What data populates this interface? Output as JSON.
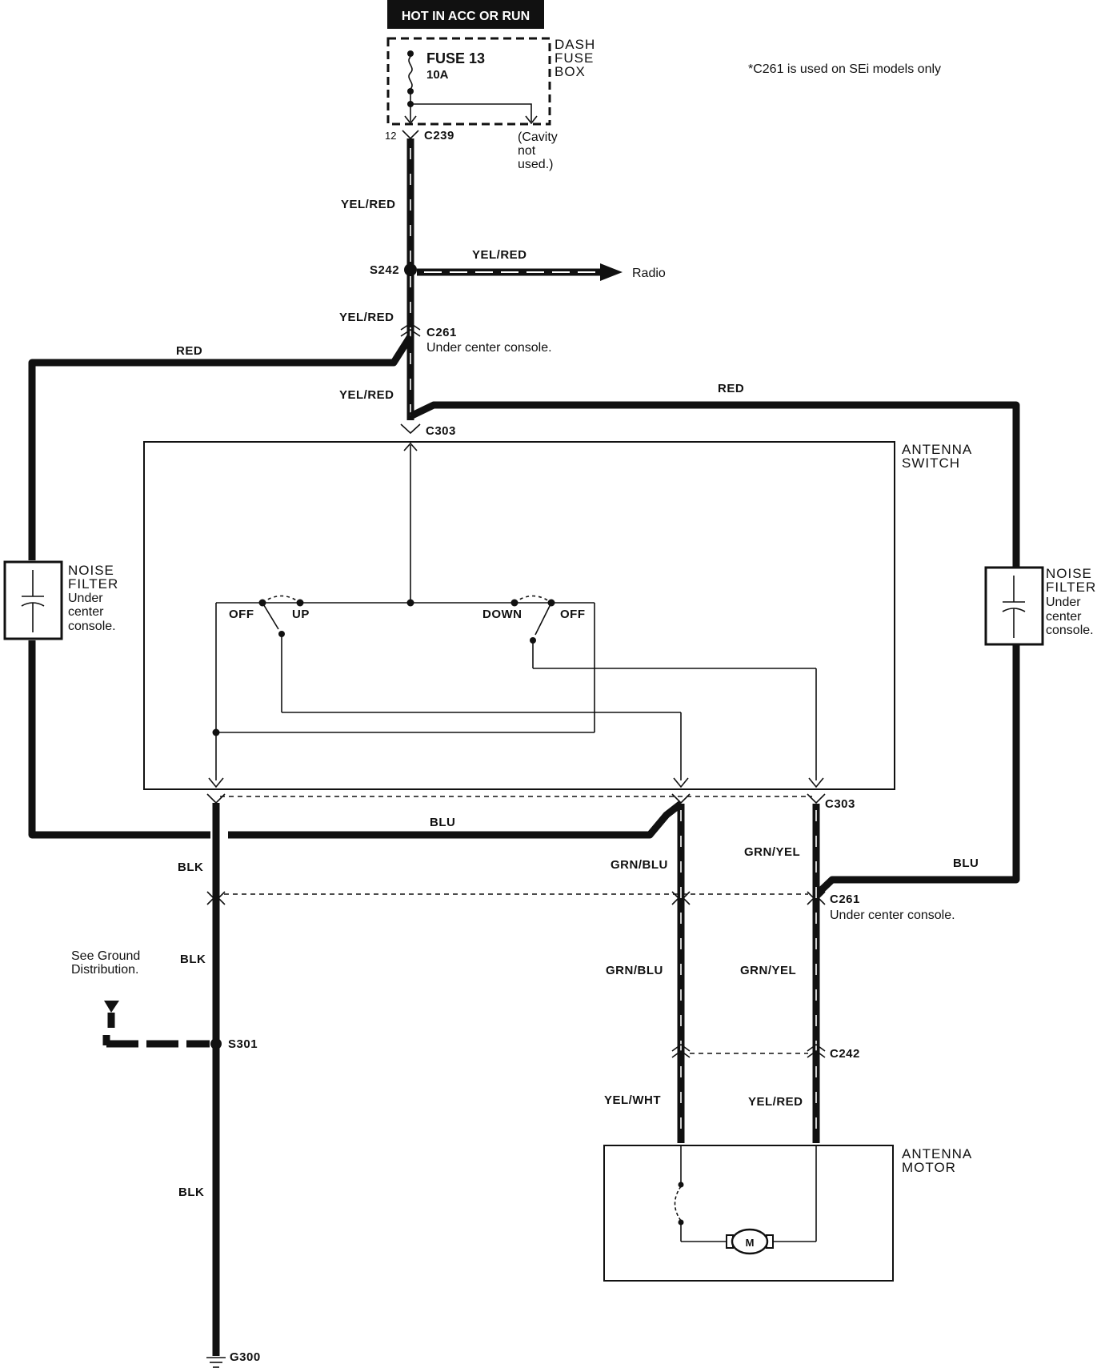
{
  "header": {
    "power_label": "HOT IN ACC OR RUN"
  },
  "footnote": "*C261 is used on SEi models only",
  "fuse_box": {
    "line1": "DASH",
    "line2": "FUSE",
    "line3": "BOX",
    "fuse_name": "FUSE 13",
    "fuse_rating": "10A"
  },
  "connectors": {
    "c239_pin": "12",
    "c239": "C239",
    "cavity_line1": "(Cavity",
    "cavity_line2": "not",
    "cavity_line3": "used.)",
    "s242": "S242",
    "c261_top": "C261",
    "c261_top_note": "Under center console.",
    "c303_top": "C303",
    "c303_bottom": "C303",
    "c261_bottom": "C261",
    "c261_bottom_note": "Under center console.",
    "c242": "C242",
    "s301": "S301",
    "g300": "G300"
  },
  "wires": {
    "yel_red_1": "YEL/RED",
    "yel_red_radio": "YEL/RED",
    "yel_red_2": "YEL/RED",
    "yel_red_3": "YEL/RED",
    "red_left": "RED",
    "red_right": "RED",
    "blu_left": "BLU",
    "blu_right": "BLU",
    "blk_1": "BLK",
    "blk_2": "BLK",
    "blk_3": "BLK",
    "grn_blu_1": "GRN/BLU",
    "grn_blu_2": "GRN/BLU",
    "grn_yel_1": "GRN/YEL",
    "grn_yel_2": "GRN/YEL",
    "yel_wht": "YEL/WHT",
    "yel_red_motor": "YEL/RED"
  },
  "radio": {
    "label": "Radio"
  },
  "antenna_switch": {
    "line1": "ANTENNA",
    "line2": "SWITCH",
    "off_left": "OFF",
    "up": "UP",
    "down": "DOWN",
    "off_right": "OFF"
  },
  "noise_filter_left": {
    "line1": "NOISE",
    "line2": "FILTER",
    "line3": "Under",
    "line4": "center",
    "line5": "console."
  },
  "noise_filter_right": {
    "line1": "NOISE",
    "line2": "FILTER",
    "line3": "Under",
    "line4": "center",
    "line5": "console."
  },
  "ground": {
    "line1": "See Ground",
    "line2": "Distribution."
  },
  "antenna_motor": {
    "line1": "ANTENNA",
    "line2": "MOTOR",
    "motor_symbol": "M"
  }
}
